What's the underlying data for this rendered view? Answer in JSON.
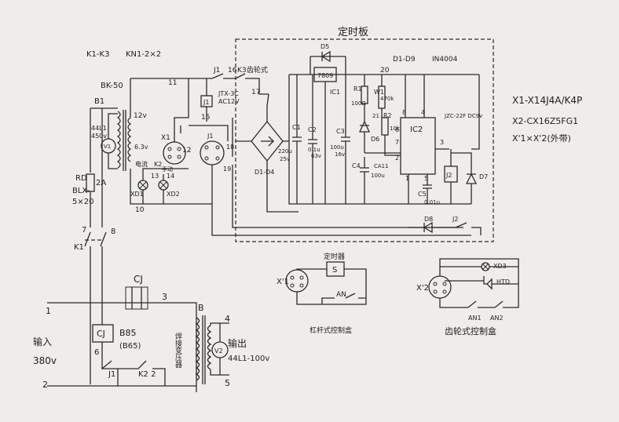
{
  "colors": {
    "paper": "#efedea",
    "ink": "#2a2a2a"
  },
  "board": {
    "title": "定时板"
  },
  "labels": {
    "k1k3": "K1-K3",
    "kn": "KN1-2×2",
    "bk50": "BK-50",
    "b1": "B1",
    "v1meter": "44L1",
    "v1range": "450v",
    "v1sym": "V1",
    "v12": "12v",
    "v63": "6.3v",
    "rd": "RD",
    "rd2a": "2A",
    "blx": "BLX-",
    "blx520": "5×20",
    "n11": "11",
    "n12": "12",
    "n13": "13",
    "n14": "14",
    "n15": "15",
    "n16": "16",
    "n17": "17",
    "n18": "18",
    "n19": "19",
    "n10": "10",
    "n20": "20",
    "n21": "21",
    "xl1": "XD1",
    "xl2": "XD2",
    "x1": "X1",
    "dianliu": "电流",
    "k2": "K2",
    "shouji": "手动",
    "j1": "J1",
    "k3": "K3",
    "gear": "齿轮式",
    "jtx": "JTX-3C",
    "ac12": "AC12V",
    "d5": "D5",
    "reg": "7809",
    "ic1": "IC1",
    "dseries": "D1-D9",
    "in4004": "IN4004",
    "c1": "C1",
    "c2": "C2",
    "c3": "C3",
    "c4": "C4",
    "c5": "C5",
    "cval1": "220u",
    "cval1b": "25v",
    "cval2": "0.1u",
    "cval2b": "63v",
    "cval3": "100u",
    "cval3b": "16v",
    "ca": "CA11",
    "caval": "100u",
    "c5val": "0.01u",
    "bridge": "D1-D4",
    "r1": "R1",
    "r1val": "100Ω",
    "w1": "W1",
    "w1val": "470k",
    "r2": "R2",
    "r2val": "10k",
    "d6": "D6",
    "ic2": "IC2",
    "relay": "JZC-22F DC9v",
    "j2": "J2",
    "d7": "D7",
    "d8": "D8",
    "pin8": "8",
    "pin4": "4",
    "pin3": "3",
    "pin2": "2",
    "pin6": "6",
    "pin7": "7",
    "pin5": "5",
    "pin1": "1",
    "x1desc": "X1-X14J4A/K4P",
    "x2desc": "X2-CX16Z5FG1",
    "xpair": "X'1×X'2(外带)",
    "t7": "7",
    "t8": "8",
    "k1": "K1",
    "cj": "CJ",
    "t3": "3",
    "t1": "1",
    "t2": "2",
    "t4": "4",
    "t5": "5",
    "t6": "6",
    "b85": "B85",
    "b65": "(B65)",
    "b": "B",
    "input": "输入",
    "v380": "380v",
    "weld": "焊接变压器",
    "v2": "V2",
    "out": "输出",
    "outrange": "44L1-100v",
    "j1b": "J1",
    "k22": "K2 2",
    "timer": "定时器",
    "s": "S",
    "an": "AN",
    "xp1": "X'1",
    "box1": "杠杆式控制盒",
    "xp2": "X'2",
    "xd3": "XD3",
    "htd": "HTD",
    "an1": "AN1",
    "an2": "AN2",
    "box2": "齿轮式控制盒"
  }
}
